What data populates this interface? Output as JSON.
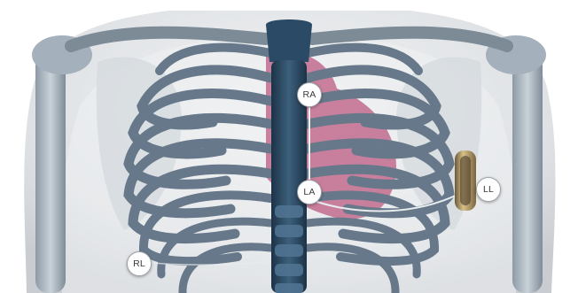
{
  "illustration": {
    "subject": "chest-xray-ecg-leads-icon",
    "colors": {
      "bone": "#6f7e8c",
      "bone_light": "#b7c1ca",
      "spine": "#2e4c66",
      "heart": "#c0678a",
      "skin": "#e6e8ea",
      "background": "#ffffff"
    }
  },
  "leads": {
    "ra": "RA",
    "la": "LA",
    "ll": "LL",
    "rl": "RL"
  }
}
